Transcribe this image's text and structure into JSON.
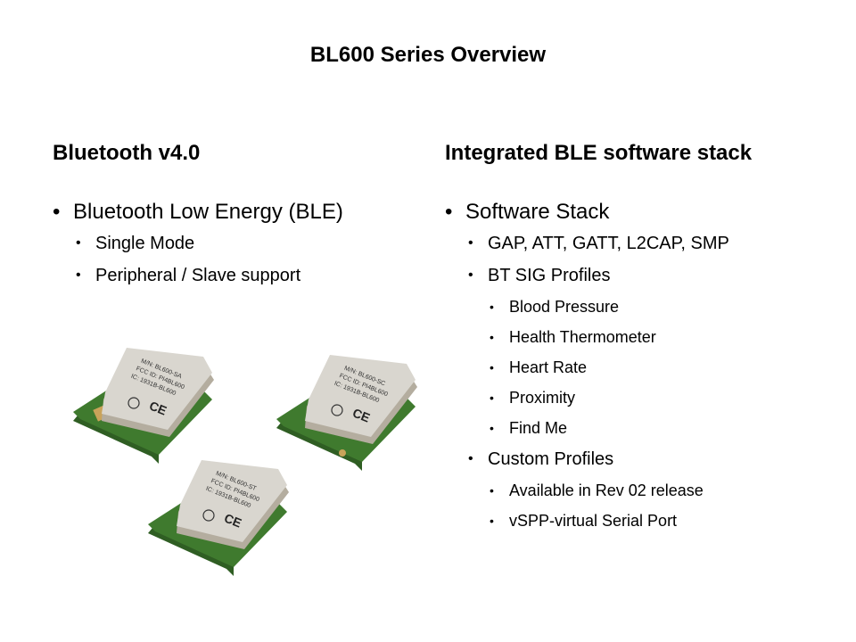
{
  "slide": {
    "title": "BL600 Series Overview"
  },
  "left": {
    "heading": "Bluetooth v4.0",
    "items": [
      {
        "level": 1,
        "text": "Bluetooth Low Energy (BLE)"
      },
      {
        "level": 2,
        "text": "Single Mode"
      },
      {
        "level": 2,
        "text": "Peripheral / Slave support"
      }
    ]
  },
  "right": {
    "heading": "Integrated BLE software stack",
    "items": [
      {
        "level": 1,
        "text": "Software Stack"
      },
      {
        "level": 2,
        "text": "GAP, ATT, GATT, L2CAP, SMP"
      },
      {
        "level": 2,
        "text": "BT SIG Profiles"
      },
      {
        "level": 3,
        "text": "Blood Pressure"
      },
      {
        "level": 3,
        "text": "Health Thermometer"
      },
      {
        "level": 3,
        "text": "Heart Rate"
      },
      {
        "level": 3,
        "text": "Proximity"
      },
      {
        "level": 3,
        "text": "Find Me"
      },
      {
        "level": 2,
        "text": "Custom Profiles"
      },
      {
        "level": 3,
        "text": "Available in Rev 02 release"
      },
      {
        "level": 3,
        "text": "vSPP-virtual Serial Port"
      }
    ]
  },
  "modules": {
    "colors": {
      "pcb": "#3f7a2e",
      "shield": "#d9d6cf",
      "shield_shadow": "#b4ad9f",
      "pad": "#c9a35a"
    },
    "labels": [
      {
        "model": "M/N: BL600-SA",
        "fcc": "FCC ID: PI4BL600",
        "ic": "IC: 1931B-BL600"
      },
      {
        "model": "M/N: BL600-SC",
        "fcc": "FCC ID: PI4BL600",
        "ic": "IC: 1931B-BL600"
      },
      {
        "model": "M/N: BL600-ST",
        "fcc": "FCC ID: PI4BL600",
        "ic": "IC: 1931B-BL600"
      }
    ]
  }
}
